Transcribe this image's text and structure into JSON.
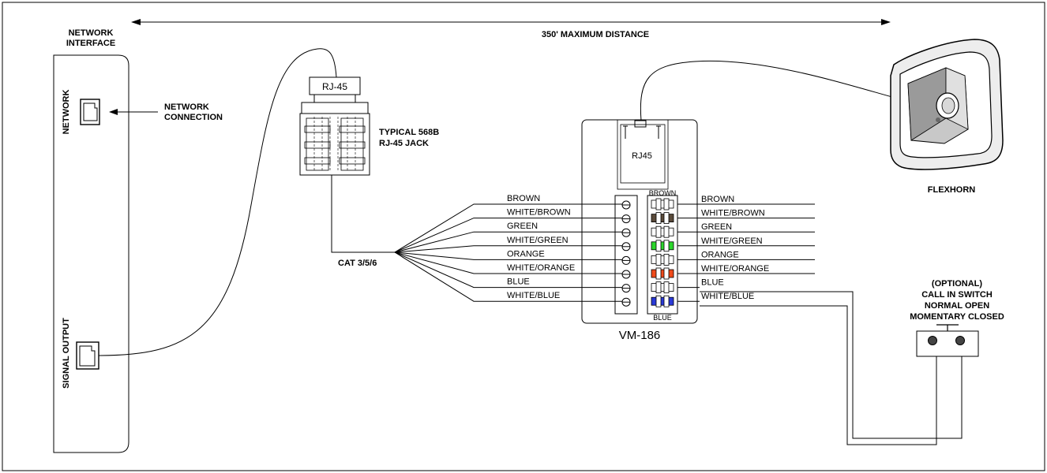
{
  "labels": {
    "distance": "350' MAXIMUM DISTANCE",
    "network_interface": [
      "NETWORK",
      "INTERFACE"
    ],
    "network": "NETWORK",
    "network_connection": [
      "NETWORK",
      "CONNECTION"
    ],
    "signal_output": "SIGNAL OUTPUT",
    "rj45_plug": "RJ-45",
    "jack": [
      "TYPICAL 568B",
      "RJ-45 JACK"
    ],
    "cable": "CAT 3/5/6",
    "vm_rj45": "RJ45",
    "vm_model": "VM-186",
    "terminal_top": "BROWN",
    "terminal_bottom": "BLUE",
    "flexhorn": "FLEXHORN",
    "switch": [
      "(OPTIONAL)",
      "CALL IN SWITCH",
      "NORMAL OPEN",
      "MOMENTARY CLOSED"
    ]
  },
  "wires_left": [
    "BROWN",
    "WHITE/BROWN",
    "GREEN",
    "WHITE/GREEN",
    "ORANGE",
    "WHITE/ORANGE",
    "BLUE",
    "WHITE/BLUE"
  ],
  "wires_right": [
    "BROWN",
    "WHITE/BROWN",
    "GREEN",
    "WHITE/GREEN",
    "ORANGE",
    "WHITE/ORANGE",
    "BLUE",
    "WHITE/BLUE"
  ],
  "terminal_colors": [
    "#ffffff",
    "#5a4a3a",
    "#ffffff",
    "#2bd62b",
    "#ffffff",
    "#f04a1a",
    "#ffffff",
    "#2a3ad8"
  ]
}
